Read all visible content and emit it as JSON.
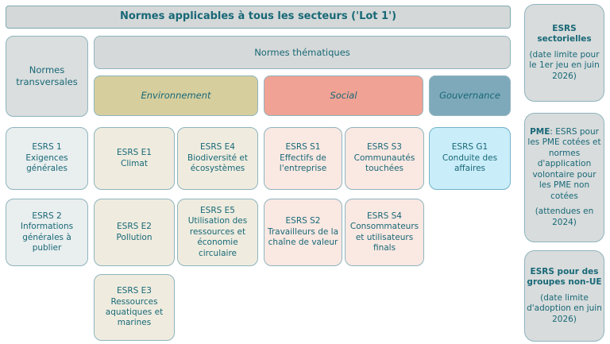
{
  "title": "Normes applicables à tous les secteurs ('Lot 1')",
  "groups": {
    "transversales": "Normes transversales",
    "thematiques": "Normes thématiques"
  },
  "categories": {
    "environnement": "Environnement",
    "social": "Social",
    "gouvernance": "Gouvernance"
  },
  "cards": {
    "esrs1": {
      "code": "ESRS 1",
      "label": "Exigences générales"
    },
    "esrs2": {
      "code": "ESRS 2",
      "label": "Informations générales à publier"
    },
    "e1": {
      "code": "ESRS E1",
      "label": "Climat"
    },
    "e2": {
      "code": "ESRS E2",
      "label": "Pollution"
    },
    "e3": {
      "code": "ESRS E3",
      "label": "Ressources aquatiques et marines"
    },
    "e4": {
      "code": "ESRS E4",
      "label": "Biodiversité et écosystèmes"
    },
    "e5": {
      "code": "ESRS E5",
      "label": "Utilisation des ressources et économie circulaire"
    },
    "s1": {
      "code": "ESRS S1",
      "label": "Effectifs de l'entreprise"
    },
    "s2": {
      "code": "ESRS S2",
      "label": "Travailleurs de la chaîne de valeur"
    },
    "s3": {
      "code": "ESRS S3",
      "label": "Communautés touchées"
    },
    "s4": {
      "code": "ESRS S4",
      "label": "Consommateurs et utilisateurs finals"
    },
    "g1": {
      "code": "ESRS G1",
      "label": "Conduite des affaires"
    }
  },
  "sidebar": [
    {
      "title": "ESRS sectorielles",
      "note": "(date limite pour le 1er jeu en juin 2026)"
    },
    {
      "title": "PME",
      "body": ": ESRS pour les PME cotées et normes d'application volontaire pour les PME non cotées",
      "note": "(attendues en 2024)"
    },
    {
      "title": "ESRS pour des groupes non-UE",
      "note": "(date limite d'adoption en juin 2026)"
    }
  ],
  "colors": {
    "text": "#186877",
    "border": "#8fb4be",
    "header_gray": "#d4d8d8",
    "environnement": "#d6ce9d",
    "social": "#f0a294",
    "gouvernance": "#7ea9ba",
    "card_gray": "#e9eeee",
    "card_cream": "#efecdf",
    "card_pink": "#fae8e2",
    "card_cyan": "#c9edf9",
    "sidebar_gray": "#d8dcdc"
  }
}
